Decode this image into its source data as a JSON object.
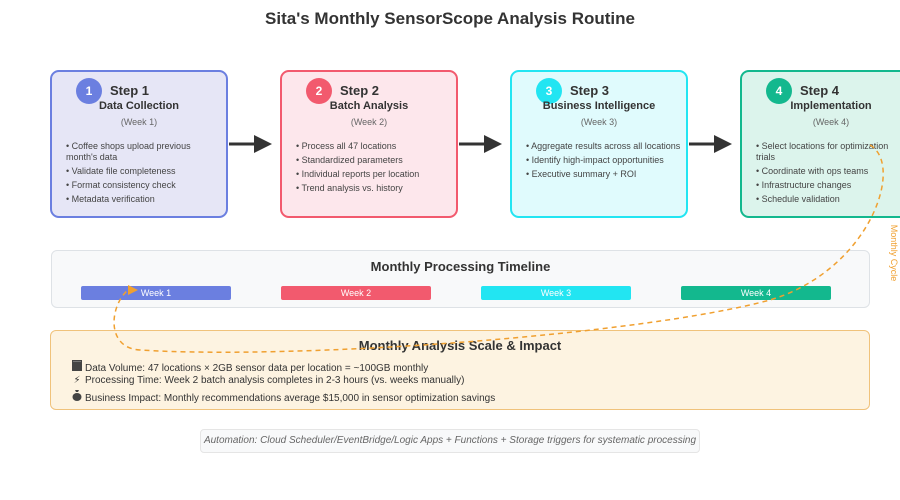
{
  "title": "Sita's Monthly SensorScope Analysis Routine",
  "steps": [
    {
      "number": "1",
      "label": "Step 1",
      "name": "Data Collection",
      "week": "(Week 1)",
      "bullets": [
        "Coffee shops upload previous month's data",
        "Validate file completeness",
        "Format consistency check",
        "Metadata verification"
      ]
    },
    {
      "number": "2",
      "label": "Step 2",
      "name": "Batch Analysis",
      "week": "(Week 2)",
      "bullets": [
        "Process all 47 locations",
        "Standardized parameters",
        "Individual reports per location",
        "Trend analysis vs. history"
      ]
    },
    {
      "number": "3",
      "label": "Step 3",
      "name": "Business Intelligence",
      "week": "(Week 3)",
      "bullets": [
        "Aggregate results across all locations",
        "Identify high-impact opportunities",
        "Executive summary + ROI"
      ]
    },
    {
      "number": "4",
      "label": "Step 4",
      "name": "Implementation",
      "week": "(Week 4)",
      "bullets": [
        "Select locations for optimization trials",
        "Coordinate with ops teams",
        "Infrastructure changes",
        "Schedule validation"
      ]
    }
  ],
  "timeline": {
    "title": "Monthly Processing Timeline",
    "weeks": [
      "Week 1",
      "Week 2",
      "Week 3",
      "Week 4"
    ]
  },
  "cycle_label": "Monthly Cycle",
  "scale": {
    "title": "Monthly Analysis Scale & Impact",
    "data_volume": "Data Volume: 47 locations × 2GB sensor data per location = ~100GB monthly",
    "processing_time": "Processing Time: Week 2 batch analysis completes in 2-3 hours (vs. weeks manually)",
    "business_impact": "Business Impact: Monthly recommendations average $15,000 in sensor optimization savings"
  },
  "icons": {
    "data_volume": "storage-icon",
    "processing_time": "lightning-icon",
    "business_impact": "money-bag-icon"
  },
  "footer": "Automation: Cloud Scheduler/EventBridge/Logic Apps + Functions + Storage triggers for systematic processing",
  "colors": {
    "step1": "#6b7fe0",
    "step2": "#f25a6e",
    "step3": "#22e5f2",
    "step4": "#13b88e",
    "cycle": "#f0a030",
    "arrow": "#333333"
  }
}
